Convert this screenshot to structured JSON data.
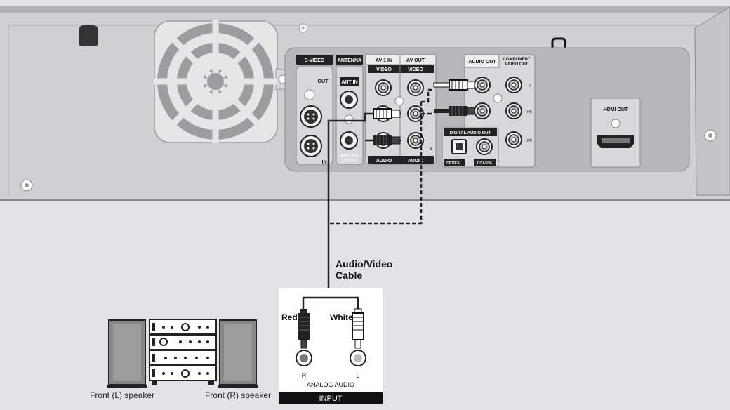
{
  "device": {
    "svideo": "S-VIDEO",
    "out": "OUT",
    "in": "IN",
    "antenna": "ANTENNA",
    "ant_in": "ANT IN",
    "ant_out": "ANT OUT",
    "to_tv": "(TO TV)",
    "av1in": "AV 1 IN",
    "avout": "AV OUT",
    "video1": "VIDEO",
    "video2": "VIDEO",
    "audio1": "AUDIO",
    "audio2": "AUDIO",
    "r": "R",
    "audio_out": "AUDIO OUT",
    "component": "COMPONENT",
    "video_out": "VIDEO OUT",
    "y": "Y",
    "pb": "PB",
    "pr": "PR",
    "digital_audio_out": "DIGITAL AUDIO OUT",
    "optical": "OPTICAL",
    "coaxial": "COAXIAL",
    "hdmi_out": "HDMI OUT"
  },
  "cable_label_line1": "Audio/Video",
  "cable_label_line2": "Cable",
  "input_panel": {
    "red": "Red",
    "white": "White",
    "r": "R",
    "l": "L",
    "analog_audio": "ANALOG AUDIO",
    "input": "INPUT"
  },
  "speakers": {
    "left": "Front (L) speaker",
    "right": "Front (R) speaker"
  },
  "colors": {
    "background": "#e2e3e4",
    "panel": "#d0d1d3",
    "jack_panel": "#b5b6b8",
    "dark": "#1a1a1a"
  }
}
